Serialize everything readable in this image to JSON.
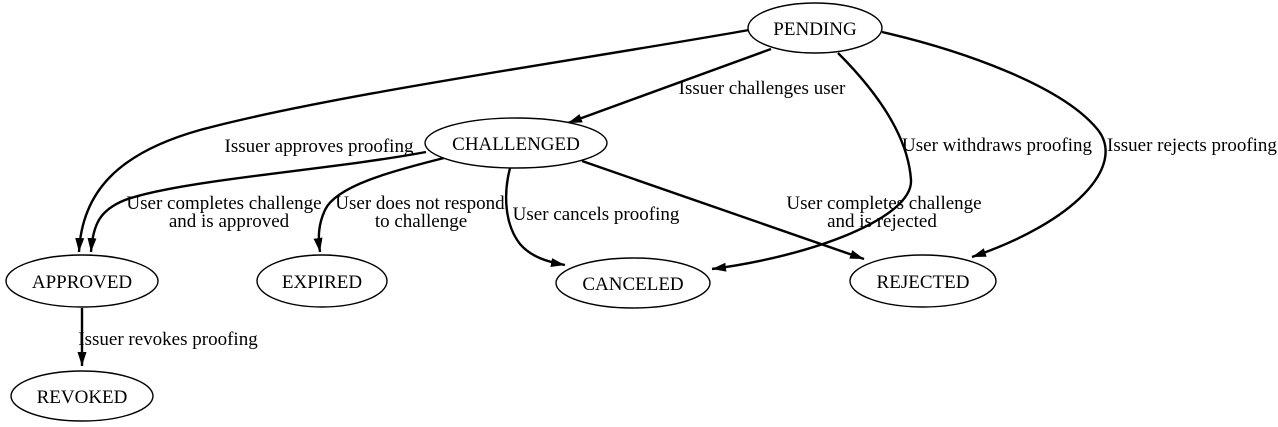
{
  "diagram": {
    "type": "state-machine",
    "background_color": "#ffffff",
    "line_color": "#000000",
    "node_fill_color": "#ffffff",
    "nodes": {
      "pending": {
        "label": "PENDING"
      },
      "challenged": {
        "label": "CHALLENGED"
      },
      "approved": {
        "label": "APPROVED"
      },
      "expired": {
        "label": "EXPIRED"
      },
      "canceled": {
        "label": "CANCELED"
      },
      "rejected": {
        "label": "REJECTED"
      },
      "revoked": {
        "label": "REVOKED"
      }
    },
    "edges": {
      "pending_to_challenged": {
        "from": "PENDING",
        "to": "CHALLENGED",
        "label": "Issuer challenges user"
      },
      "pending_to_approved": {
        "from": "PENDING",
        "to": "APPROVED",
        "label": "Issuer approves proofing"
      },
      "pending_to_canceled": {
        "from": "PENDING",
        "to": "CANCELED",
        "label": "User withdraws proofing"
      },
      "pending_to_rejected": {
        "from": "PENDING",
        "to": "REJECTED",
        "label": "Issuer rejects proofing"
      },
      "challenged_to_approved": {
        "from": "CHALLENGED",
        "to": "APPROVED",
        "lines": {
          "0": "User completes challenge",
          "1": "and is approved"
        }
      },
      "challenged_to_expired": {
        "from": "CHALLENGED",
        "to": "EXPIRED",
        "lines": {
          "0": "User does not respond",
          "1": "to challenge"
        }
      },
      "challenged_to_canceled": {
        "from": "CHALLENGED",
        "to": "CANCELED",
        "label": "User cancels proofing"
      },
      "challenged_to_rejected": {
        "from": "CHALLENGED",
        "to": "REJECTED",
        "lines": {
          "0": "User completes challenge",
          "1": "and is rejected"
        }
      },
      "approved_to_revoked": {
        "from": "APPROVED",
        "to": "REVOKED",
        "label": "Issuer revokes proofing"
      }
    }
  }
}
